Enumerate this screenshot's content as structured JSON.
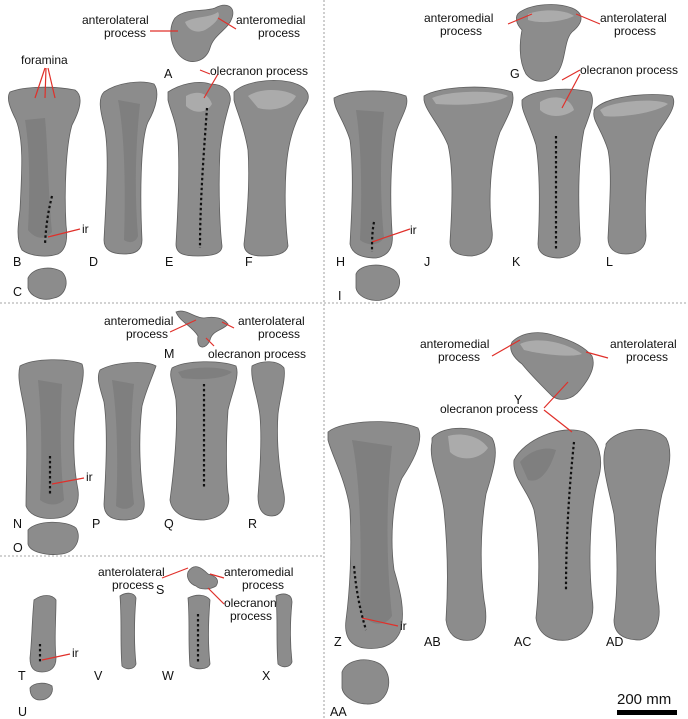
{
  "labels": {
    "foramina": "foramina",
    "anterolateral_process": [
      "anterolateral",
      "process"
    ],
    "anteromedial_process": [
      "anteromedial",
      "process"
    ],
    "olecranon_process": "olecranon process",
    "olecranon_process_split": [
      "olecranon",
      "process"
    ],
    "ir": "ir"
  },
  "panels": {
    "A": "A",
    "B": "B",
    "C": "C",
    "D": "D",
    "E": "E",
    "F": "F",
    "G": "G",
    "H": "H",
    "I": "I",
    "J": "J",
    "K": "K",
    "L": "L",
    "M": "M",
    "N": "N",
    "O": "O",
    "P": "P",
    "Q": "Q",
    "R": "R",
    "S": "S",
    "T": "T",
    "U": "U",
    "V": "V",
    "W": "W",
    "X": "X",
    "Y": "Y",
    "Z": "Z",
    "AA": "AA",
    "AB": "AB",
    "AC": "AC",
    "AD": "AD"
  },
  "scale_bar": "200 mm",
  "colors": {
    "leader": "#e0302a",
    "bone": "#8c8c8c",
    "divider": "#888888"
  }
}
